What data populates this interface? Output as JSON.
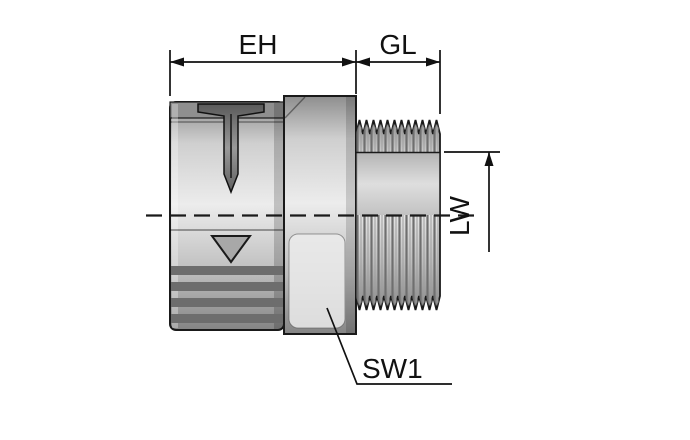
{
  "labels": {
    "eh": "EH",
    "gl": "GL",
    "lw": "LW",
    "sw1": "SW1"
  },
  "colors": {
    "background": "#ffffff",
    "outline": "#1a1a1a",
    "body_light": "#ececec",
    "body_mid": "#bdbdbd",
    "body_dark": "#858585",
    "thread_dark": "#6f6f6f"
  }
}
